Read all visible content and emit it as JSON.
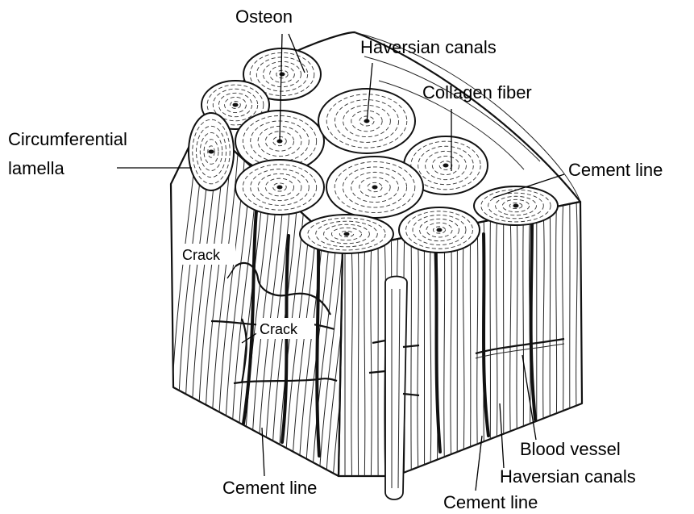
{
  "diagram": {
    "labels": {
      "osteon": "Osteon",
      "haversian_top": "Haversian canals",
      "collagen": "Collagen fiber",
      "circumferential_1": "Circumferential",
      "circumferential_2": "lamella",
      "cement_right": "Cement line",
      "crack_upper": "Crack",
      "crack_lower": "Crack",
      "blood_vessel": "Blood vessel",
      "haversian_bottom": "Haversian canals",
      "cement_bottom_right": "Cement line",
      "cement_bottom_left": "Cement line"
    },
    "colors": {
      "ink": "#111111",
      "paper": "#ffffff"
    }
  }
}
